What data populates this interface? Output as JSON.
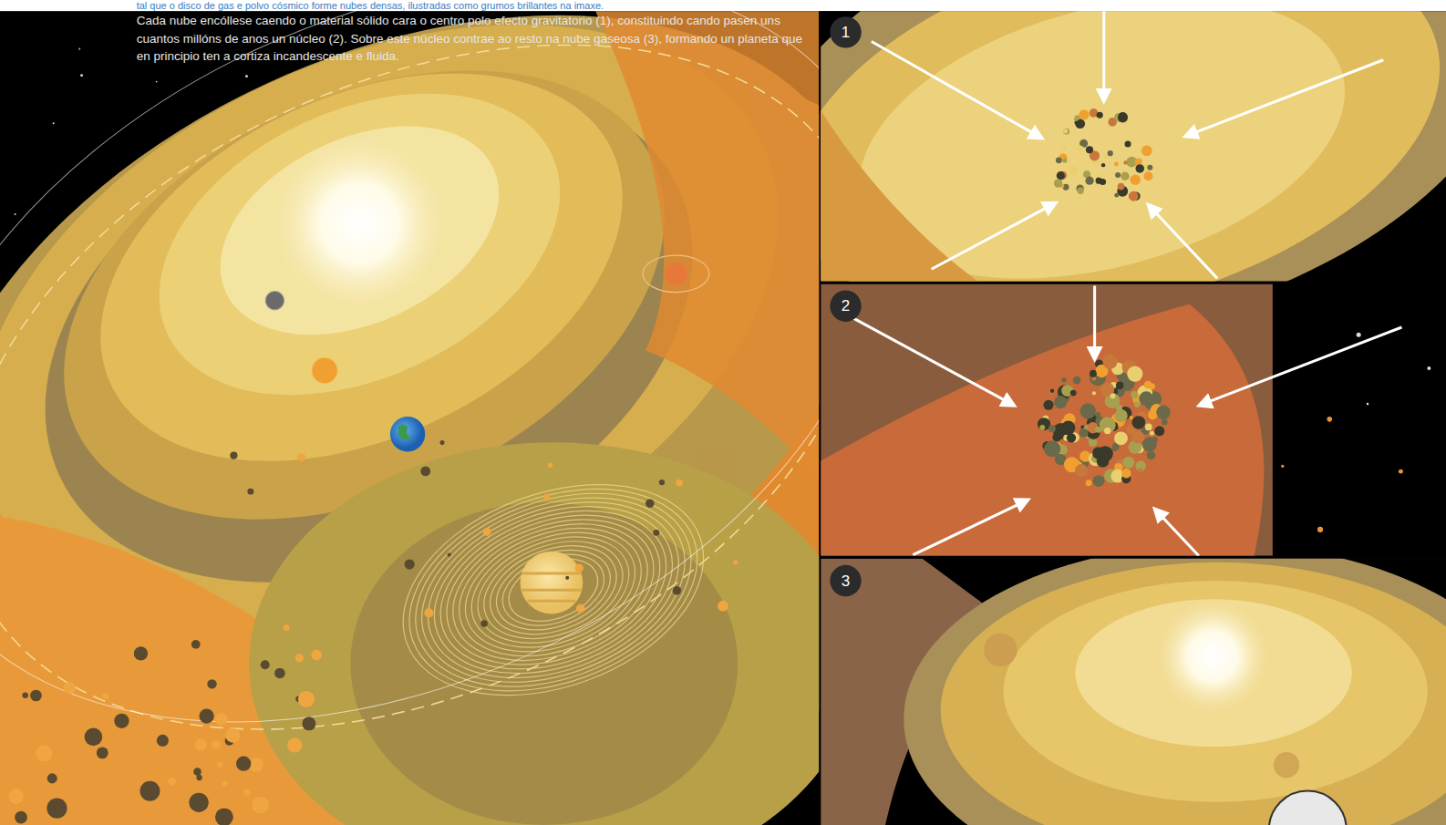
{
  "diagram": {
    "labels": [
      "tal que o disco de gas e polvo cósmico forme nubes densas, ilustradas como grumos brillantes na imaxe.",
      "Cada nube encóllese caendo o material sólido cara o centro polo efecto gravitatorio (1), constituindo cando pasen uns cuantos millóns de anos un núcleo (2). Sobre este núcleo contrae ao resto na nube gaseosa (3), formando un planeta que en principio ten a cortiza incandescente e fluida.",
      "1",
      "2",
      "3"
    ]
  }
}
